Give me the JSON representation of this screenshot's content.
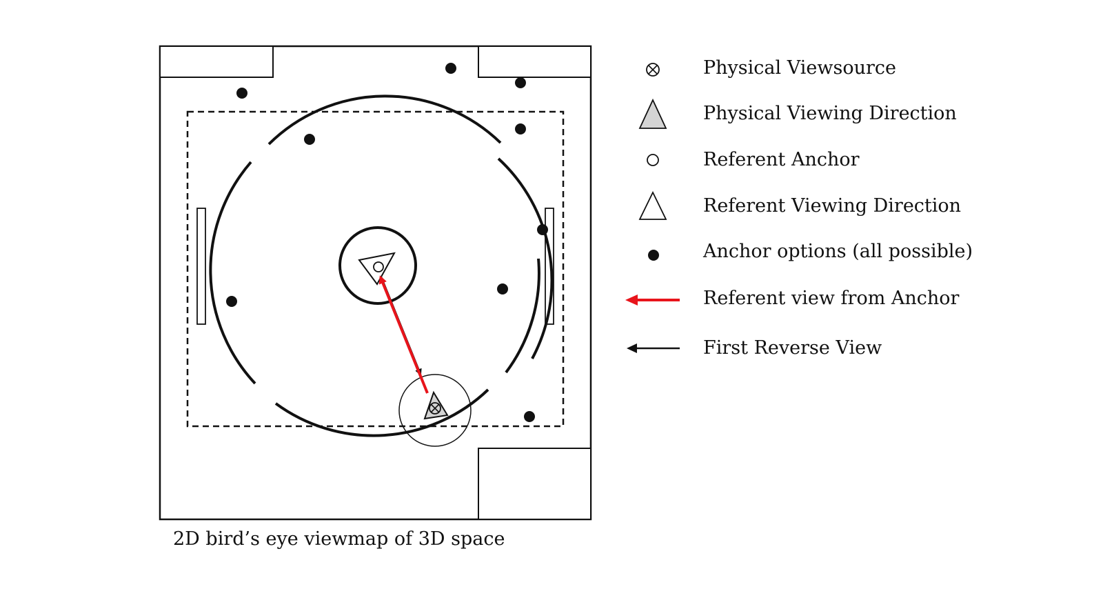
{
  "caption": "2D bird’s eye viewmap of 3D space",
  "colors": {
    "ink": "#111111",
    "referent_view_arrow": "#e8141b",
    "physical_direction_fill": "#d4d4d4",
    "background": "#ffffff"
  },
  "legend": {
    "items": [
      {
        "icon": "circled-x-icon",
        "label": "Physical Viewsource"
      },
      {
        "icon": "gray-triangle-icon",
        "label": "Physical Viewing Direction"
      },
      {
        "icon": "open-circle-icon",
        "label": "Referent Anchor"
      },
      {
        "icon": "white-triangle-icon",
        "label": "Referent Viewing Direction"
      },
      {
        "icon": "filled-dot-icon",
        "label": "Anchor options (all possible)"
      },
      {
        "icon": "red-arrow-icon",
        "label": "Referent view from Anchor"
      },
      {
        "icon": "black-arrow-icon",
        "label": "First Reverse View"
      }
    ]
  }
}
